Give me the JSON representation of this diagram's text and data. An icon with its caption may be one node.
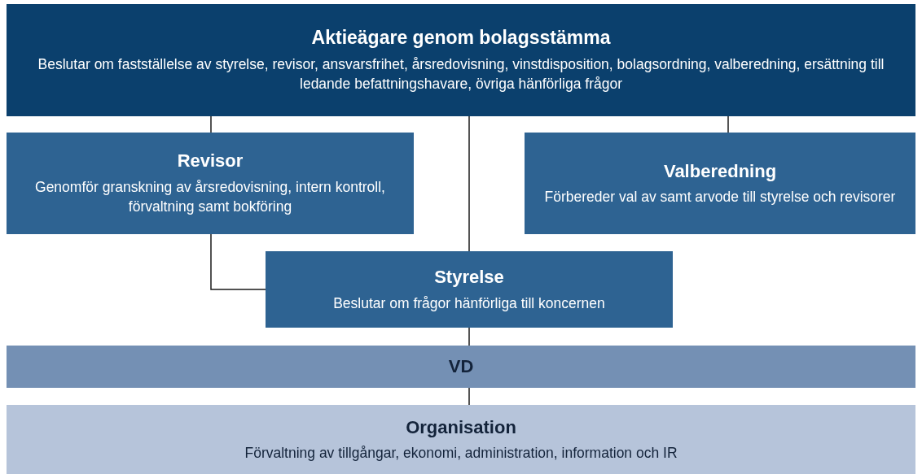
{
  "diagram": {
    "nodes": [
      {
        "text": [
          "Aktieägare genom bolagsstämma",
          "Beslutar om fastställelse av styrelse, revisor, ansvarsfrihet, årsredovisning, vinstdisposition, bolagsordning, valberedning, ersättning till ledande befattningshavare, övriga hänförliga frågor"
        ]
      },
      {
        "text": [
          "Revisor",
          "Genomför granskning av årsredovisning, intern kontroll, förvaltning samt bokföring"
        ]
      },
      {
        "text": [
          "Valberedning",
          "Förbereder val av samt arvode till styrelse och revisorer"
        ]
      },
      {
        "text": [
          "Styrelse",
          "Beslutar om frågor hänförliga till koncernen"
        ]
      },
      {
        "text": [
          "VD"
        ]
      },
      {
        "text": [
          "Organisation",
          "Förvaltning av tillgångar, ekonomi, administration, information och IR"
        ]
      }
    ],
    "edges": [
      {
        "from": 0,
        "to": 1,
        "arrow": "none"
      },
      {
        "from": 0,
        "to": 3,
        "arrow": "none"
      },
      {
        "from": 0,
        "to": 2,
        "arrow": "none"
      },
      {
        "from": 1,
        "to": 3,
        "arrow": "none"
      },
      {
        "from": 3,
        "to": 4,
        "arrow": "none"
      },
      {
        "from": 4,
        "to": 5,
        "arrow": "none"
      }
    ]
  }
}
